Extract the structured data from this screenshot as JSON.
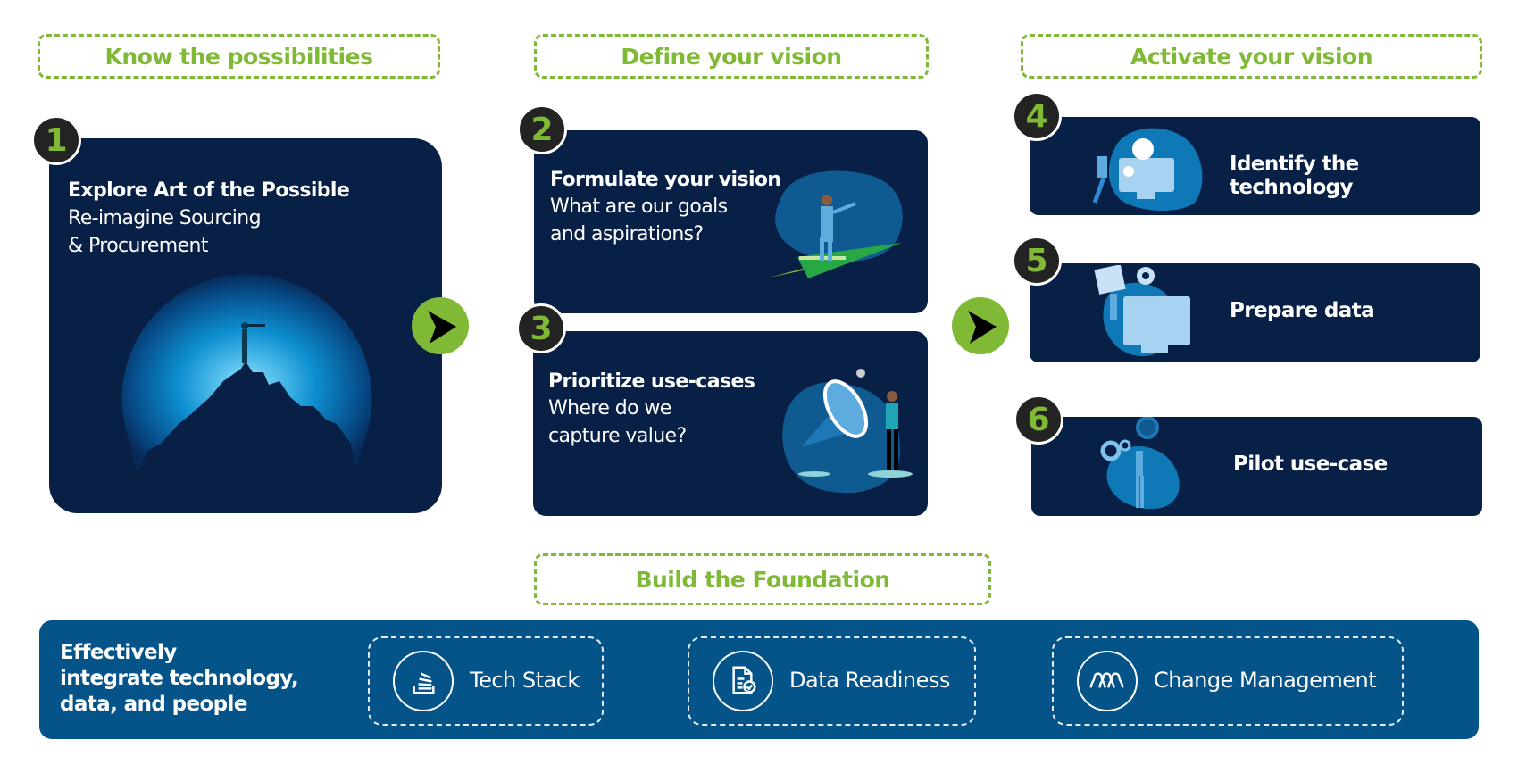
{
  "phases": [
    {
      "label": "Know the possibilities"
    },
    {
      "label": "Define your vision"
    },
    {
      "label": "Activate your vision"
    }
  ],
  "steps": [
    {
      "number": "1",
      "title": "Explore Art of the Possible",
      "lines": [
        "Re-imagine Sourcing",
        "& Procurement"
      ],
      "illustration": "person-with-telescope-on-mountain"
    },
    {
      "number": "2",
      "title": "Formulate your vision",
      "lines": [
        "What are our goals",
        "and aspirations?"
      ],
      "illustration": "person-on-paper-plane"
    },
    {
      "number": "3",
      "title": "Prioritize use-cases",
      "lines": [
        "Where do we",
        "capture value?"
      ],
      "illustration": "person-with-megaphone"
    },
    {
      "number": "4",
      "title": "Identify the technology",
      "illustration": "person-with-magnifier-at-monitor"
    },
    {
      "number": "5",
      "title": "Prepare data",
      "illustration": "person-with-data-folder"
    },
    {
      "number": "6",
      "title": "Pilot use-case",
      "illustration": "person-holding-gears"
    }
  ],
  "arrows": [
    {
      "icon": "next-arrow-icon"
    },
    {
      "icon": "next-arrow-icon"
    }
  ],
  "foundation": {
    "header": "Build the Foundation",
    "lines": [
      "Effectively",
      "integrate technology,",
      "data, and people"
    ],
    "pillars": [
      {
        "label": "Tech Stack",
        "icon": "stack-icon"
      },
      {
        "label": "Data Readiness",
        "icon": "document-check-icon"
      },
      {
        "label": "Change Management",
        "icon": "people-group-icon"
      }
    ]
  },
  "colors": {
    "accent_green": "#7fb935",
    "card_navy": "#081f46",
    "foundation_blue": "#04548a",
    "badge_dark": "#232323"
  }
}
